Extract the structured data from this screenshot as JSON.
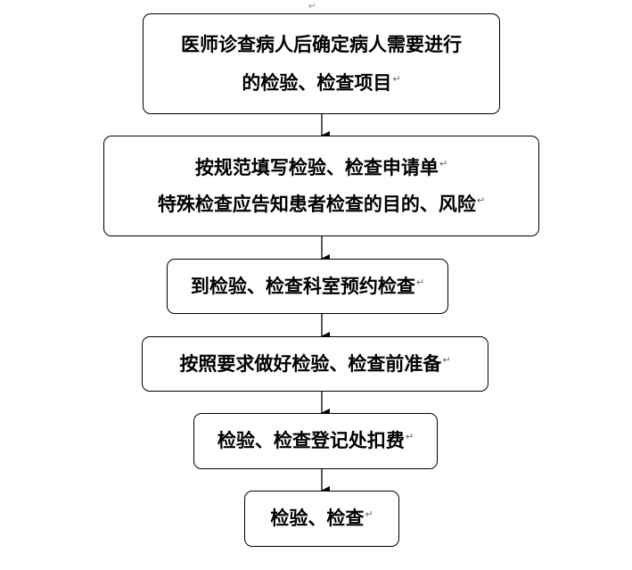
{
  "paragraph_mark": "↵",
  "flowchart": {
    "steps": [
      {
        "lines": [
          "医师诊查病人后确定病人需要进行",
          "的检验、检查项目"
        ]
      },
      {
        "lines": [
          "按规范填写检验、检查申请单",
          "特殊检查应告知患者检查的目的、风险"
        ]
      },
      {
        "lines": [
          "到检验、检查科室预约检查"
        ]
      },
      {
        "lines": [
          "按照要求做好检验、检查前准备"
        ]
      },
      {
        "lines": [
          "检验、检查登记处扣费"
        ]
      },
      {
        "lines": [
          "检验、检查"
        ]
      }
    ]
  }
}
